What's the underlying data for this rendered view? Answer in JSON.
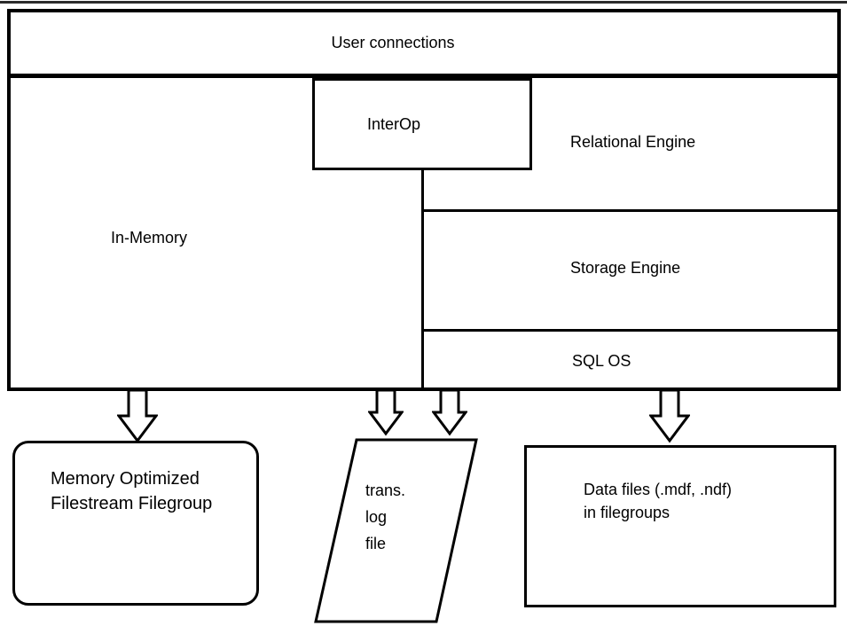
{
  "colors": {
    "stroke": "#000000",
    "background": "#ffffff"
  },
  "diagram": {
    "user_connections_label": "User connections",
    "in_memory_label": "In-Memory",
    "interop_label": "InterOp",
    "relational_engine_label": "Relational Engine",
    "storage_engine_label": "Storage Engine",
    "sql_os_label": "SQL OS",
    "memory_optimized": {
      "line1": "Memory Optimized",
      "line2": "Filestream Filegroup"
    },
    "trans_log": {
      "line1": "trans.",
      "line2": "log",
      "line3": "file"
    },
    "data_files": {
      "line1": "Data files (.mdf, .ndf)",
      "line2": "in filegroups"
    }
  }
}
